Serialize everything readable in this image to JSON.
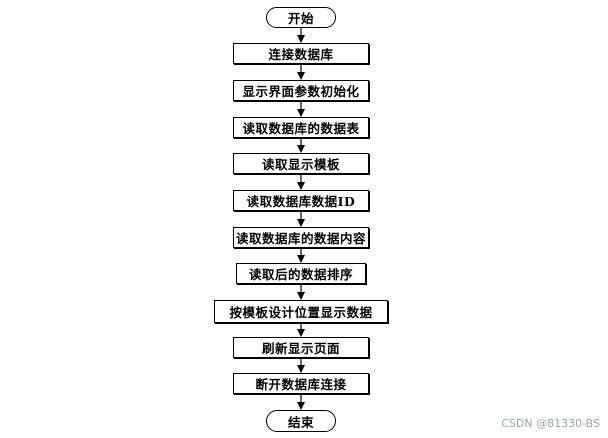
{
  "flowchart": {
    "start": "开始",
    "steps": [
      "连接数据库",
      "显示界面参数初始化",
      "读取数据库的数据表",
      "读取显示模板",
      "读取数据库数据ID",
      "读取数据库的数据内容",
      "读取后的数据排序",
      "按模板设计位置显示数据",
      "刷新显示页面",
      "断开数据库连接"
    ],
    "end": "结束"
  },
  "watermark": "CSDN @81330-BS"
}
